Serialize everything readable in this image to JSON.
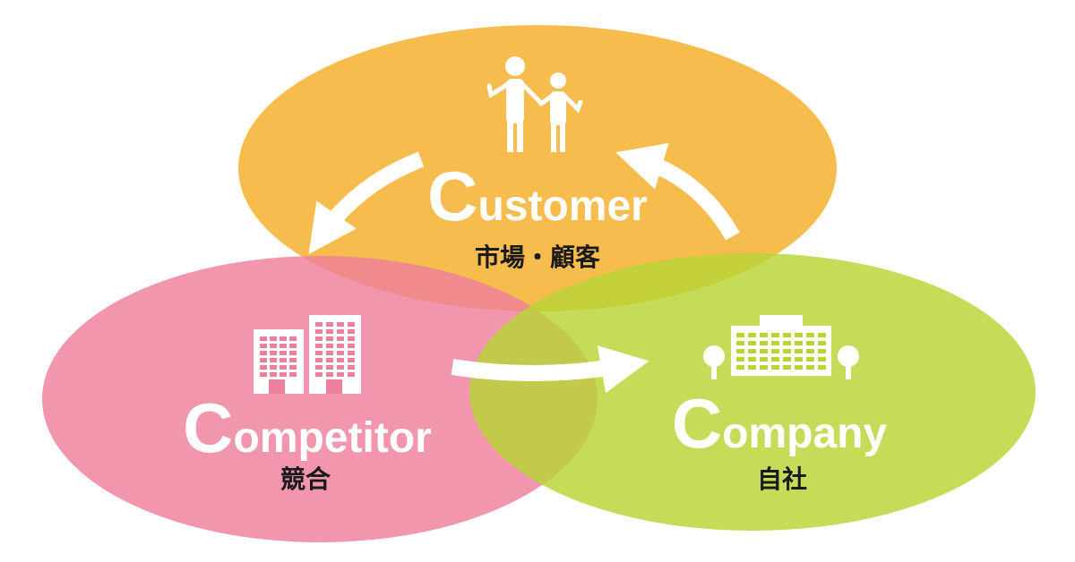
{
  "nodes": {
    "customer": {
      "initial": "C",
      "rest": "ustomer",
      "sublabel": "市場・顧客",
      "color": "#f5b335"
    },
    "competitor": {
      "initial": "C",
      "rest": "ompetitor",
      "sublabel": "競合",
      "color": "#ee7f9b"
    },
    "company": {
      "initial": "C",
      "rest": "ompany",
      "sublabel": "自社",
      "color": "#b8d435"
    }
  },
  "icons": {
    "customer": "people-icon",
    "competitor": "office-buildings-icon",
    "company": "company-building-icon"
  }
}
